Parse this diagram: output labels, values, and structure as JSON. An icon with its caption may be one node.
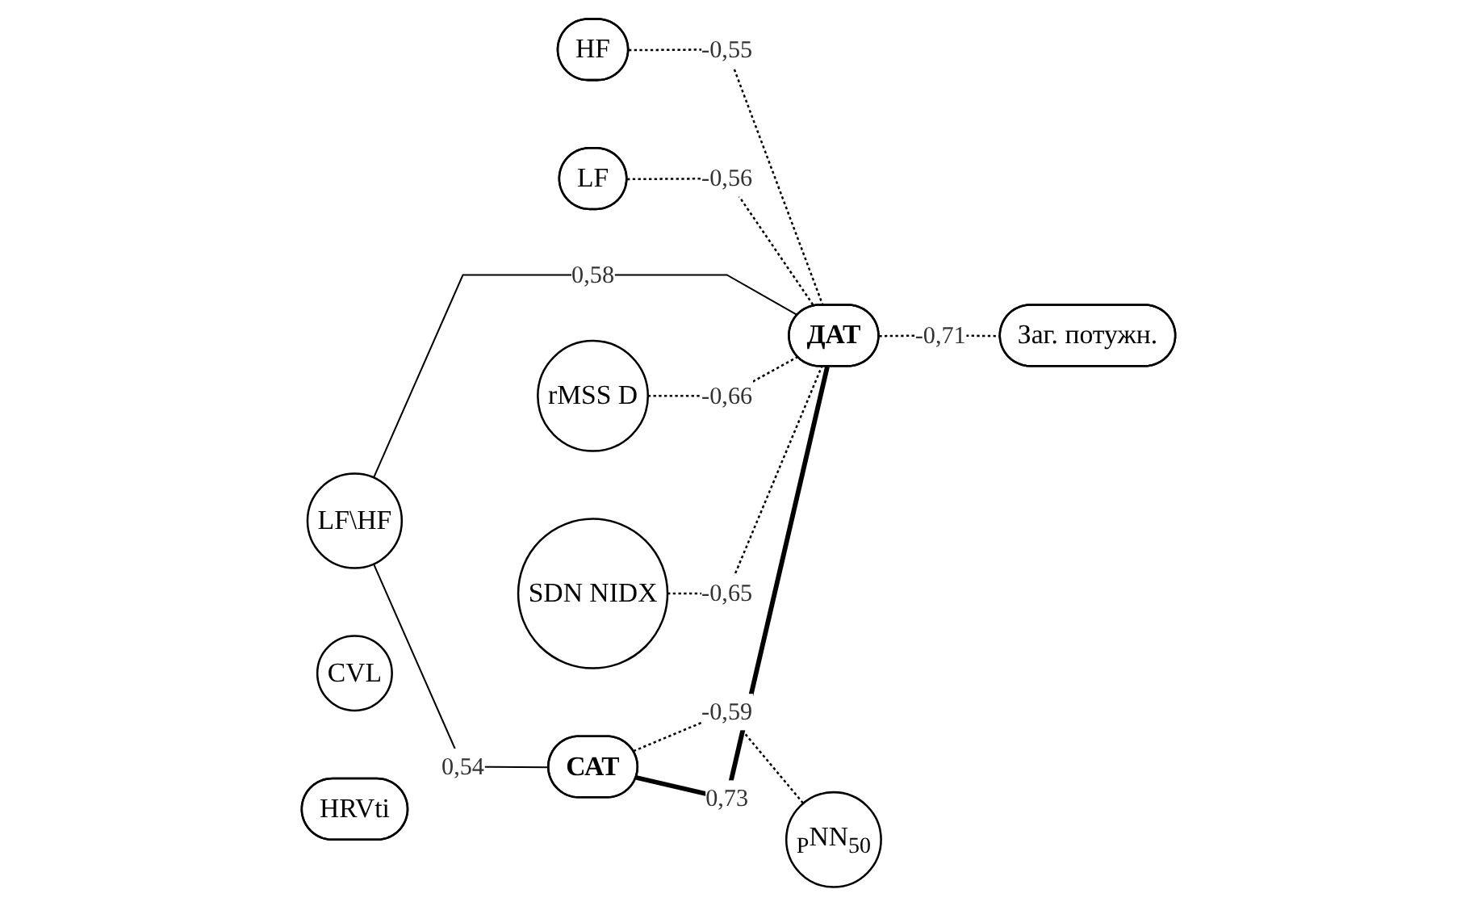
{
  "diagram": {
    "nodes": [
      {
        "text": [
          "LF\\HF"
        ]
      },
      {
        "text": [
          "HF"
        ]
      },
      {
        "text": [
          "LF"
        ]
      },
      {
        "text": [
          "Заг. потужн."
        ]
      },
      {
        "text": [
          "CVL"
        ]
      },
      {
        "text": [
          "САТ"
        ]
      },
      {
        "text": [
          "ДАТ"
        ]
      },
      {
        "text": [
          "rMSS D"
        ]
      },
      {
        "text": [
          "SDN NIDX"
        ]
      },
      {
        "text": [
          "$_{P}$NN$_{50}$"
        ]
      },
      {
        "text": [
          "HRVti"
        ]
      }
    ],
    "edges": [
      {
        "from": 0,
        "to": 5,
        "arrow": "none",
        "label": "0,54"
      },
      {
        "from": 2,
        "to": 6,
        "arrow": "none",
        "label": "-0,56",
        "style": "dashed"
      },
      {
        "from": 0,
        "to": 6,
        "arrow": "none",
        "label": "0,58"
      },
      {
        "from": 1,
        "to": 6,
        "arrow": "none",
        "label": "-0,55",
        "style": "dashed"
      },
      {
        "from": 5,
        "to": 6,
        "arrow": "none",
        "label": "0,73",
        "style": "thick"
      },
      {
        "from": 6,
        "to": 3,
        "arrow": "none",
        "label": "-0,71",
        "style": "dashed"
      },
      {
        "from": 7,
        "to": 6,
        "arrow": "none",
        "label": "-0,66",
        "style": "dashed"
      },
      {
        "from": 8,
        "to": 6,
        "arrow": "none",
        "label": "-0,65",
        "style": "dashed"
      },
      {
        "from": 5,
        "to": 9,
        "arrow": "none",
        "label": "-0,59",
        "style": "dashed"
      }
    ]
  }
}
